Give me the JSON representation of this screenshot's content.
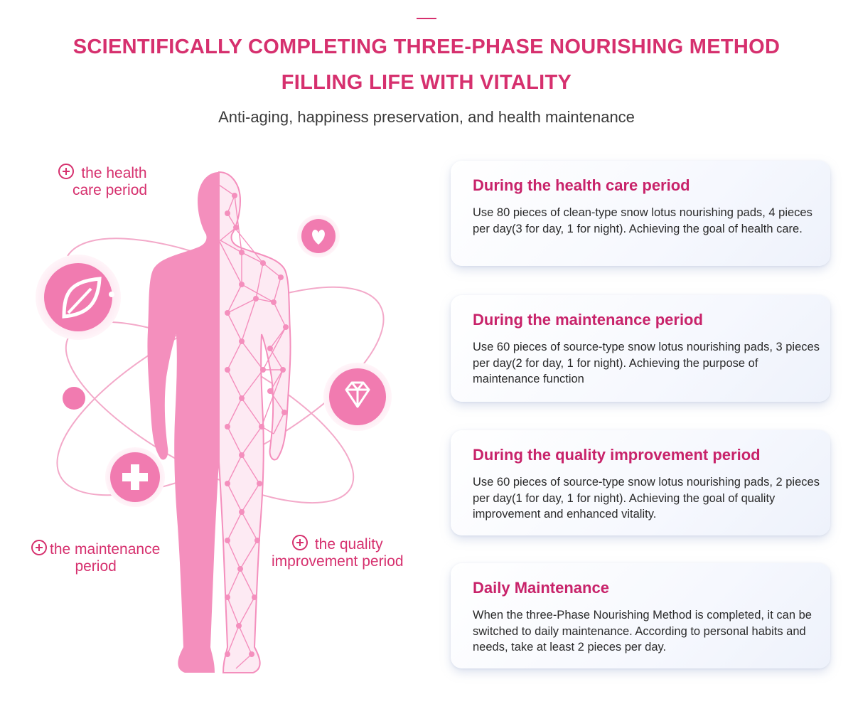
{
  "header": {
    "line1": "SCIENTIFICALLY COMPLETING THREE-PHASE NOURISHING METHOD",
    "line2": "FILLING LIFE WITH VITALITY",
    "subtitle": "Anti-aging, happiness preservation, and health maintenance"
  },
  "figure": {
    "labels": {
      "health_care_l1": "the health",
      "health_care_l2": "care period",
      "maintenance_l1": "the maintenance",
      "maintenance_l2": "period",
      "quality_l1": "the quality",
      "quality_l2": "improvement period"
    },
    "icons": [
      "leaf-icon",
      "heart-icon",
      "diamond-icon",
      "plus-icon",
      "dot-icon"
    ]
  },
  "cards": [
    {
      "title": "During the health care period",
      "text": "Use 80 pieces of clean-type snow lotus nourishing pads, 4 pieces per day(3 for day, 1 for night). Achieving the goal of health care."
    },
    {
      "title": "During the maintenance period",
      "text": "Use 60 pieces of source-type snow lotus nourishing pads, 3 pieces per day(2 for day, 1 for night). Achieving the purpose of maintenance function"
    },
    {
      "title": "During the quality improvement period",
      "text": "Use 60 pieces of source-type snow lotus nourishing pads, 2 pieces per day(1 for day, 1 for night). Achieving the goal of quality improvement and enhanced vitality."
    },
    {
      "title": "Daily Maintenance",
      "text": "When the three-Phase Nourishing Method is completed, it can be switched to daily maintenance. According to personal habits and needs, take at least 2 pieces per day."
    }
  ],
  "colors": {
    "accent": "#d6306e",
    "figure_pink": "#f48fbd",
    "icon_pink": "#f17bb0"
  }
}
